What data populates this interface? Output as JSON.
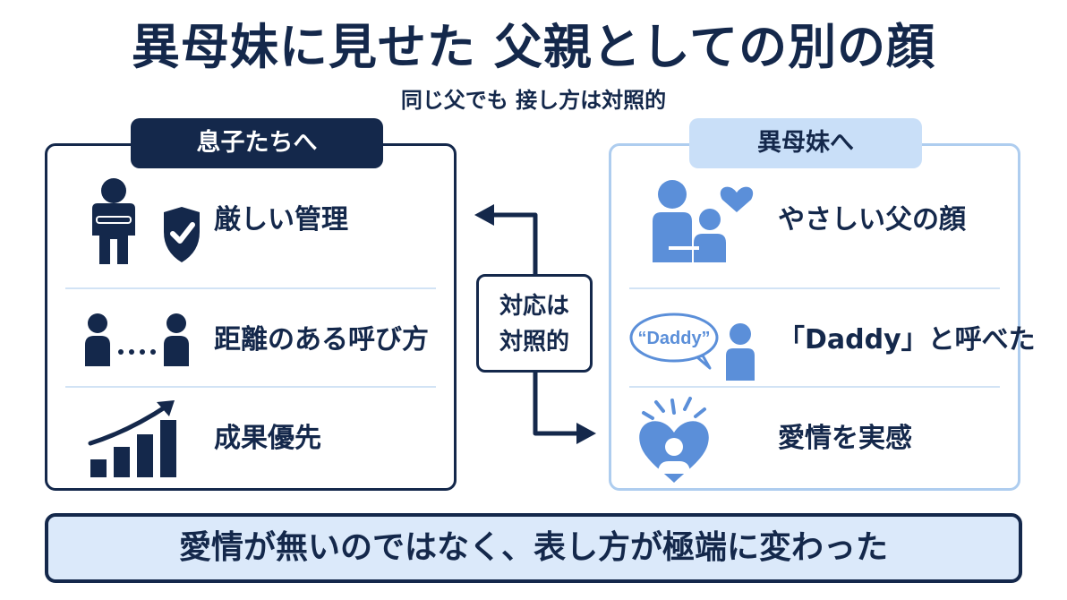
{
  "title": "異母妹に見せた 父親としての別の顔",
  "subtitle": "同じ父でも 接し方は対照的",
  "left_panel": {
    "tag": "息子たちへ",
    "items": [
      {
        "icon": "strict-guardian-icon",
        "label": "厳しい管理"
      },
      {
        "icon": "distance-people-icon",
        "label": "距離のある呼び方"
      },
      {
        "icon": "growth-chart-icon",
        "label": "成果優先"
      }
    ]
  },
  "right_panel": {
    "tag": "異母妹へ",
    "items": [
      {
        "icon": "parent-child-heart-icon",
        "label": "やさしい父の顔"
      },
      {
        "icon": "speech-bubble-person-icon",
        "label": "「Daddy」と呼べた",
        "bubble_text": "“Daddy”"
      },
      {
        "icon": "heart-person-icon",
        "label": "愛情を実感"
      }
    ]
  },
  "center": {
    "line1": "対応は",
    "line2": "対照的"
  },
  "banner": "愛情が無いのではなく、表し方が極端に変わった",
  "colors": {
    "navy": "#14284b",
    "light_blue": "#c9dff8",
    "icon_blue": "#5b8fd9",
    "border_blue": "#aecdef"
  }
}
